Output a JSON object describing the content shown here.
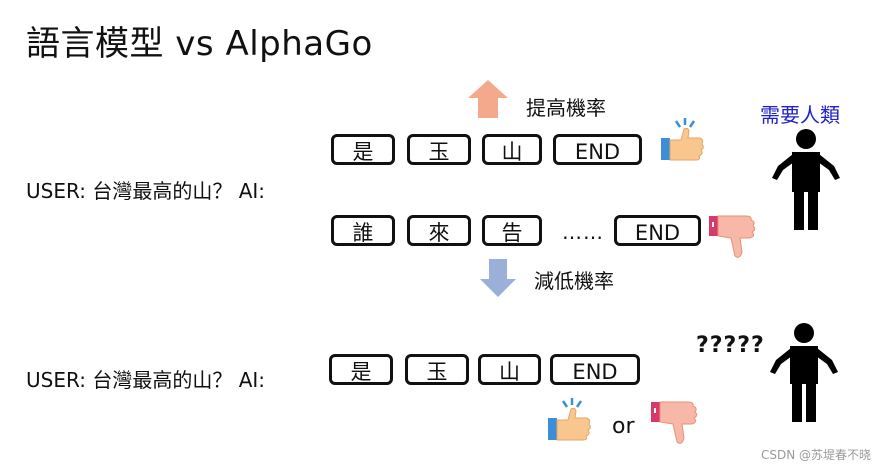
{
  "title": "語言模型 vs AlphaGo",
  "top": {
    "prompt": "USER: 台灣最高的山？ AI:",
    "increase_label": "提高機率",
    "decrease_label": "減低機率",
    "good_tokens": [
      "是",
      "玉",
      "山",
      "END"
    ],
    "bad_tokens": [
      "誰",
      "來",
      "告",
      "END"
    ],
    "ellipsis": "……",
    "human_label": "需要人類"
  },
  "bottom": {
    "prompt": "USER: 台灣最高的山？ AI:",
    "tokens": [
      "是",
      "玉",
      "山",
      "END"
    ],
    "question_marks": "?????",
    "or_text": "or"
  },
  "icons": {
    "up_arrow": "up-arrow-icon",
    "down_arrow": "down-arrow-icon",
    "thumbs_up": "thumbs-up-icon",
    "thumbs_down": "thumbs-down-icon",
    "person": "person-shrug-icon"
  },
  "colors": {
    "up_arrow": "#f4a98c",
    "down_arrow": "#9bb0d8",
    "need_human": "#1f22c8",
    "thumb_skin": "#f9c78d",
    "thumb_up_cuff": "#3a8fd8",
    "thumb_down_cuff": "#d9386a",
    "thumb_down_skin": "#f7b8a8"
  },
  "watermark": "CSDN @苏堤春不晓"
}
